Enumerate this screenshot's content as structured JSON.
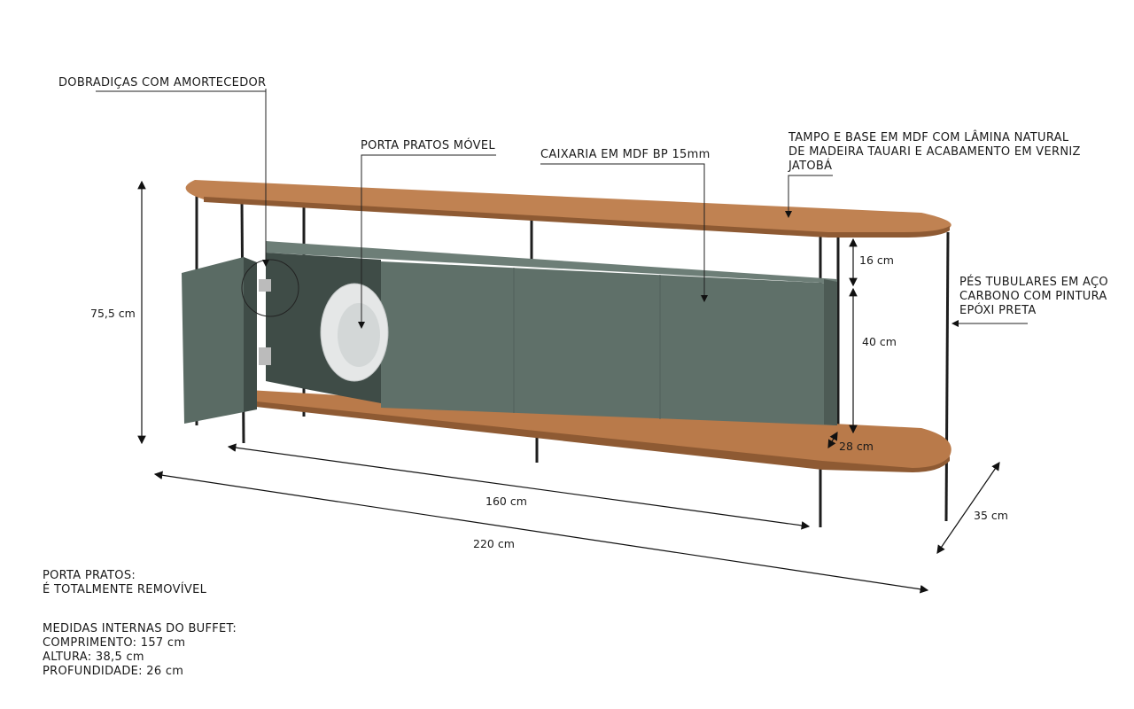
{
  "labels": {
    "hinges": "DOBRADIÇAS COM AMORTECEDOR",
    "plate_rack": "PORTA PRATOS MÓVEL",
    "casing": "CAIXARIA EM MDF BP 15mm",
    "top_line1": "TAMPO E BASE EM MDF COM LÂMINA NATURAL",
    "top_line2": "DE MADEIRA TAUARI E ACABAMENTO EM VERNIZ",
    "top_line3": "JATOBÁ",
    "legs_line1": "PÉS TUBULARES EM AÇO",
    "legs_line2": "CARBONO COM PINTURA",
    "legs_line3": "EPÓXI PRETA"
  },
  "dimensions": {
    "height_total": "75,5 cm",
    "gap_top": "16 cm",
    "cabinet_height": "40 cm",
    "shelf_depth": "28 cm",
    "cabinet_length": "160 cm",
    "total_length": "220 cm",
    "depth": "35 cm"
  },
  "notes": {
    "rack_title": "PORTA PRATOS:",
    "rack_text": "É TOTALMENTE REMOVÍVEL",
    "internal_title": "MEDIDAS INTERNAS DO BUFFET:",
    "length": "COMPRIMENTO: 157 cm",
    "height": "ALTURA: 38,5 cm",
    "depth": "PROFUNDIDADE: 26 cm"
  },
  "colors": {
    "wood": "#b97a4a",
    "cabinet": "#5f7069",
    "metal": "#1e1e1e"
  }
}
